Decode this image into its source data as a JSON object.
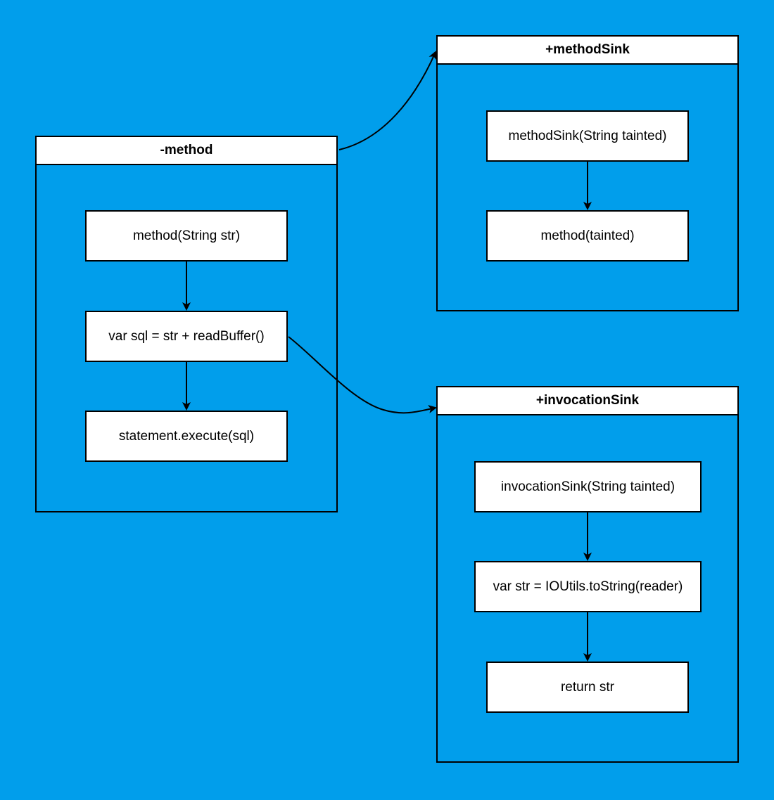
{
  "containers": {
    "method": {
      "title": "-method",
      "nodes": [
        "method(String str)",
        "var sql = str + readBuffer()",
        "statement.execute(sql)"
      ]
    },
    "methodSink": {
      "title": "+methodSink",
      "nodes": [
        "methodSink(String tainted)",
        "method(tainted)"
      ]
    },
    "invocationSink": {
      "title": "+invocationSink",
      "nodes": [
        "invocationSink(String tainted)",
        "var str = IOUtils.toString(reader)",
        "return str"
      ]
    }
  },
  "colors": {
    "background": "#019EEB",
    "box_fill": "#ffffff",
    "stroke": "#000000"
  }
}
